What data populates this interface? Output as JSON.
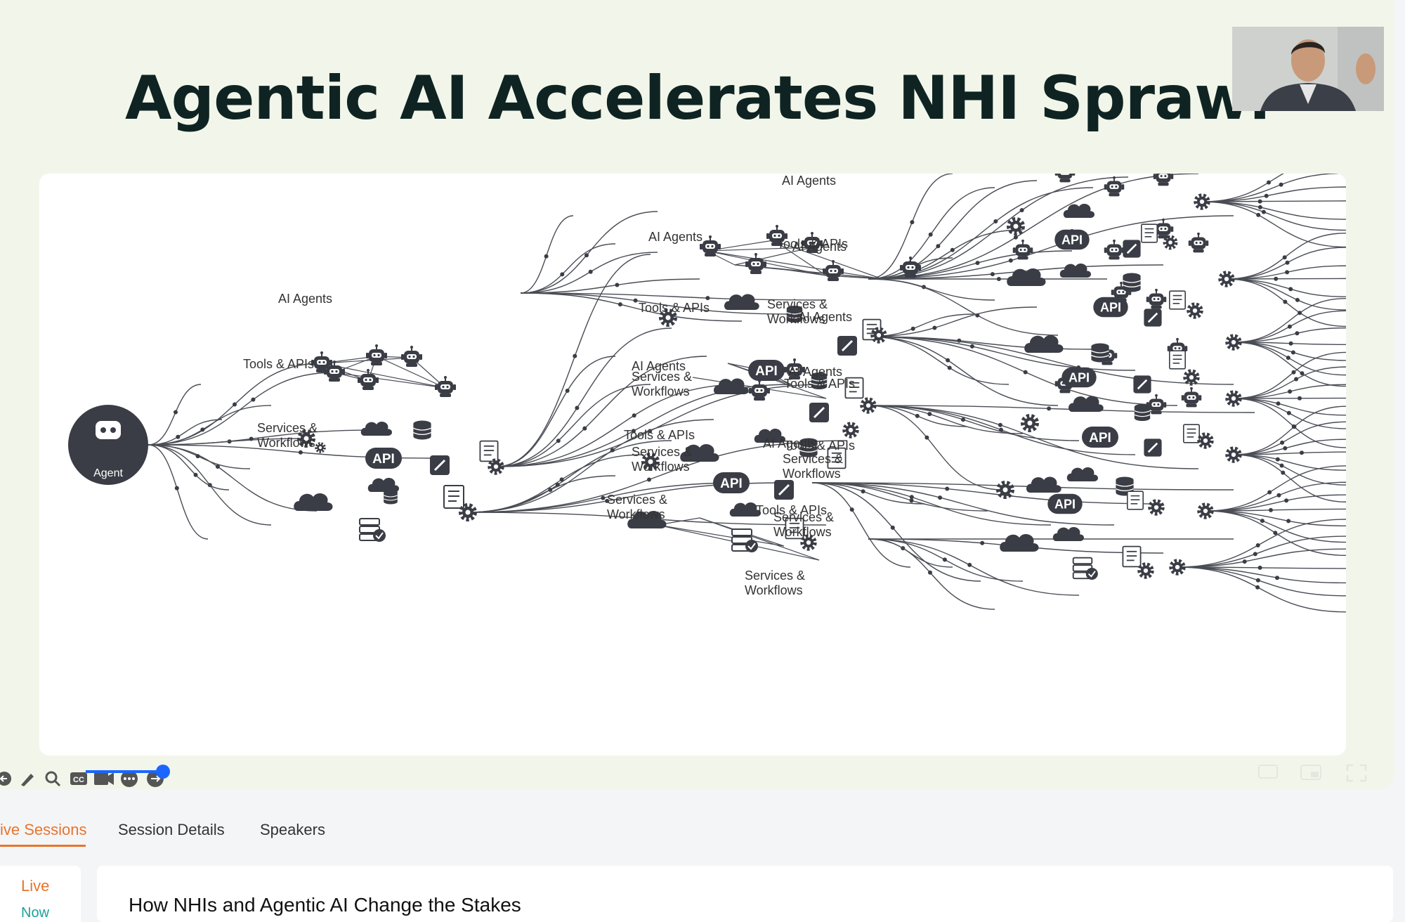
{
  "slide": {
    "title": "Agentic AI Accelerates NHI Sprawl"
  },
  "diagram": {
    "root_label": "Agent",
    "labels": {
      "ai_agents": "AI Agents",
      "tools_apis": "Tools & APIs",
      "services_line1": "Services &",
      "services_line2": "Workflows",
      "api": "API"
    }
  },
  "player": {
    "controls": [
      "back-icon",
      "pen-icon",
      "zoom-icon",
      "cc-icon",
      "camera-icon",
      "more-icon",
      "forward-icon"
    ],
    "right_controls": [
      "captions-icon",
      "pip-icon",
      "fullscreen-icon"
    ],
    "progress_fraction": 0.06
  },
  "tabs": {
    "live_sessions": "ive Sessions",
    "session_details": "Session Details",
    "speakers": "Speakers"
  },
  "sidebar": {
    "live": "Live",
    "now": "Now"
  },
  "session": {
    "title": "How NHIs and Agentic AI Change the Stakes"
  },
  "colors": {
    "accent": "#e8742d",
    "node": "#3a3d45",
    "stage_bg": "#f2f6ea",
    "teal": "#1aa39a",
    "progress": "#1a66ff"
  }
}
